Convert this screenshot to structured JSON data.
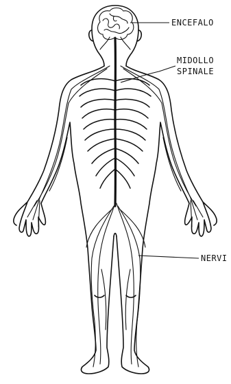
{
  "labels": {
    "brain": "ENCEFALO",
    "spinal_cord_line1": "MIDOLLO",
    "spinal_cord_line2": "SPINALE",
    "nerves": "NERVI"
  },
  "colors": {
    "ink": "#111111",
    "background": "#ffffff"
  }
}
